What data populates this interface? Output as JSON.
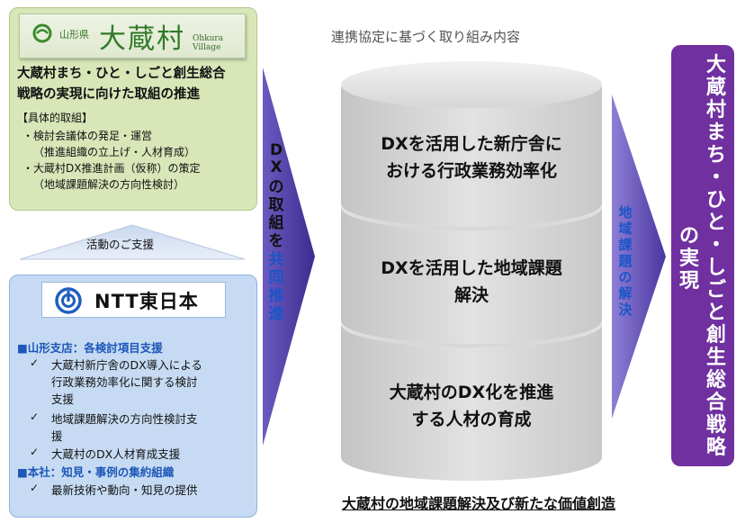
{
  "okura": {
    "logo_pref": "山形県",
    "logo_name": "大蔵村",
    "logo_en": "Ohkura Village",
    "title_line1": "大蔵村まち・ひと・しごと創生総合",
    "title_line2": "戦略の実現に向けた取組の推進",
    "subhead": "【具体的取組】",
    "lines": [
      "・検討会議体の発足・運営",
      "（推進組織の立上げ・人材育成）",
      "・大蔵村DX推進計画（仮称）の策定",
      "（地域課題解決の方向性検討）"
    ]
  },
  "support_label": "活動のご支援",
  "ntt": {
    "logo_text": "NTT東日本",
    "branch_head": "■山形支店：各検討項目支援",
    "branch_items": [
      [
        "大蔵村新庁舎のDX導入による",
        "行政業務効率化に関する検討",
        "支援"
      ],
      [
        "地域課題解決の方向性検討支",
        "援"
      ],
      [
        "大蔵村のDX人材育成支援"
      ]
    ],
    "hq_head": "■本社：知見・事例の集約組織",
    "hq_items": [
      [
        "最新技術や動向・知見の提供"
      ]
    ],
    "check_mark": "✓"
  },
  "dx_arrow": {
    "chars_black": [
      "D",
      "X",
      "の",
      "取",
      "組",
      "を"
    ],
    "chars_blue": [
      "共",
      "同",
      "推",
      "進"
    ]
  },
  "cylinder": {
    "title": "連携協定に基づく取り組み内容",
    "sections": [
      [
        "DXを活用した新庁舎に",
        "おける行政業務効率化"
      ],
      [
        "DXを活用した地域課題",
        "解決"
      ],
      [
        "大蔵村のDX化を推進",
        "する人材の育成"
      ]
    ],
    "caption": "大蔵村の地域課題解決及び新たな価値創造"
  },
  "right_arrow": {
    "chars": [
      "地",
      "域",
      "課",
      "題",
      "の",
      "解",
      "決"
    ]
  },
  "result": {
    "col1": [
      "大",
      "蔵",
      "村",
      "ま",
      "ち",
      "・",
      "ひ",
      "と",
      "・",
      "し",
      "ご",
      "と",
      "創",
      "生",
      "総",
      "合",
      "戦",
      "略"
    ],
    "col2": [
      "の",
      "実",
      "現"
    ]
  },
  "colors": {
    "okura_panel": "#d8e6b8",
    "ntt_panel": "#c6dbf3",
    "arrow": "#5b47a8",
    "result_box": "#7030a0",
    "blue_text": "#1a55c8"
  }
}
